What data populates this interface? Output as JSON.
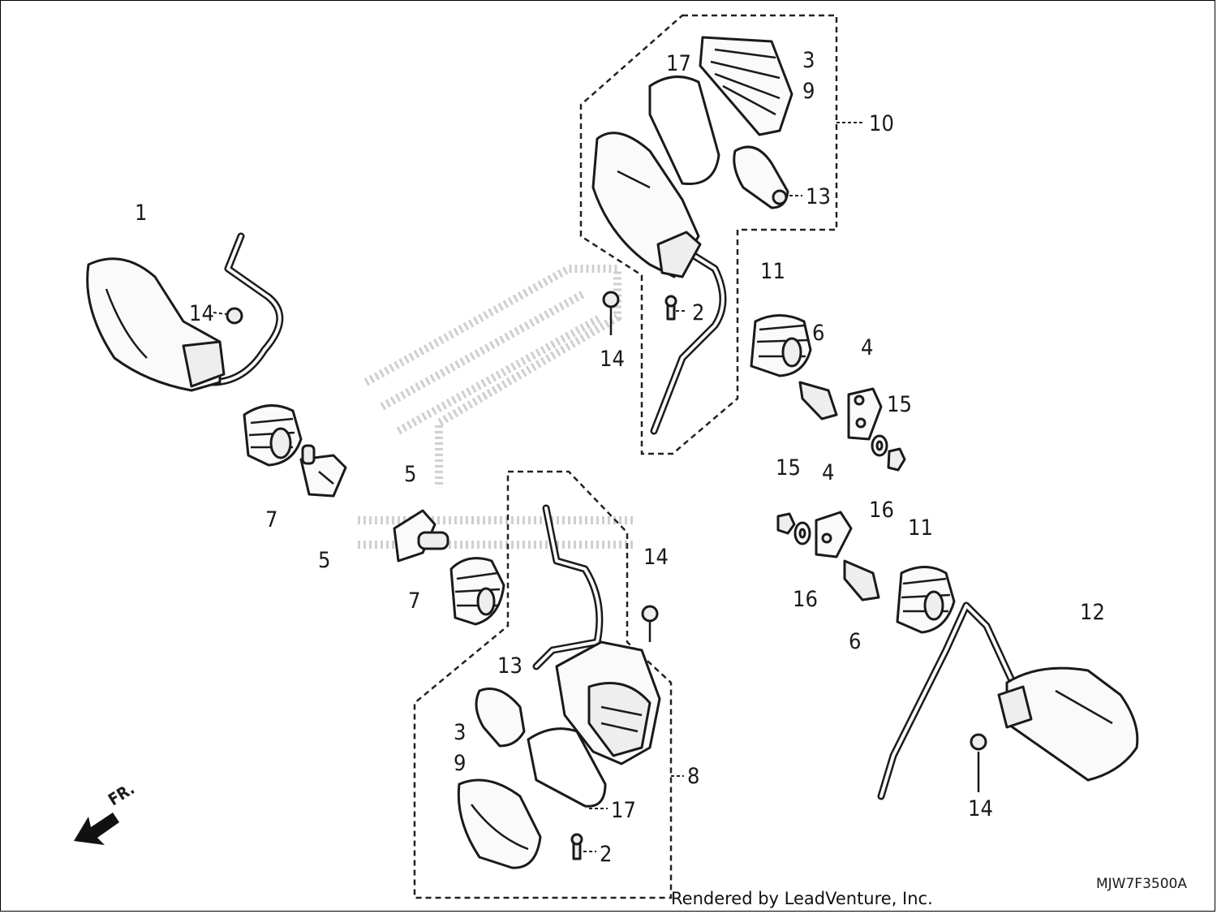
{
  "diagram": {
    "callouts": [
      {
        "id": "c1",
        "text": "1"
      },
      {
        "id": "c14a",
        "text": "14"
      },
      {
        "id": "c7a",
        "text": "7"
      },
      {
        "id": "c5a",
        "text": "5"
      },
      {
        "id": "c5b",
        "text": "5"
      },
      {
        "id": "c7b",
        "text": "7"
      },
      {
        "id": "c17a",
        "text": "17"
      },
      {
        "id": "c3a",
        "text": "3"
      },
      {
        "id": "c9a",
        "text": "9"
      },
      {
        "id": "c10",
        "text": "10"
      },
      {
        "id": "c13a",
        "text": "13"
      },
      {
        "id": "c2a",
        "text": "2"
      },
      {
        "id": "c14b",
        "text": "14"
      },
      {
        "id": "c11a",
        "text": "11"
      },
      {
        "id": "c6a",
        "text": "6"
      },
      {
        "id": "c4a",
        "text": "4"
      },
      {
        "id": "c15a",
        "text": "15"
      },
      {
        "id": "c16a",
        "text": "16"
      },
      {
        "id": "c15b",
        "text": "15"
      },
      {
        "id": "c4b",
        "text": "4"
      },
      {
        "id": "c16b",
        "text": "16"
      },
      {
        "id": "c11b",
        "text": "11"
      },
      {
        "id": "c6b",
        "text": "6"
      },
      {
        "id": "c12",
        "text": "12"
      },
      {
        "id": "c14c",
        "text": "14"
      },
      {
        "id": "c14d",
        "text": "14"
      },
      {
        "id": "c13b",
        "text": "13"
      },
      {
        "id": "c3b",
        "text": "3"
      },
      {
        "id": "c9b",
        "text": "9"
      },
      {
        "id": "c17b",
        "text": "17"
      },
      {
        "id": "c8",
        "text": "8"
      },
      {
        "id": "c2b",
        "text": "2"
      }
    ],
    "front_arrow_label": "FR.",
    "diagram_code": "MJW7F3500A",
    "credit": "Rendered by LeadVenture, Inc."
  }
}
